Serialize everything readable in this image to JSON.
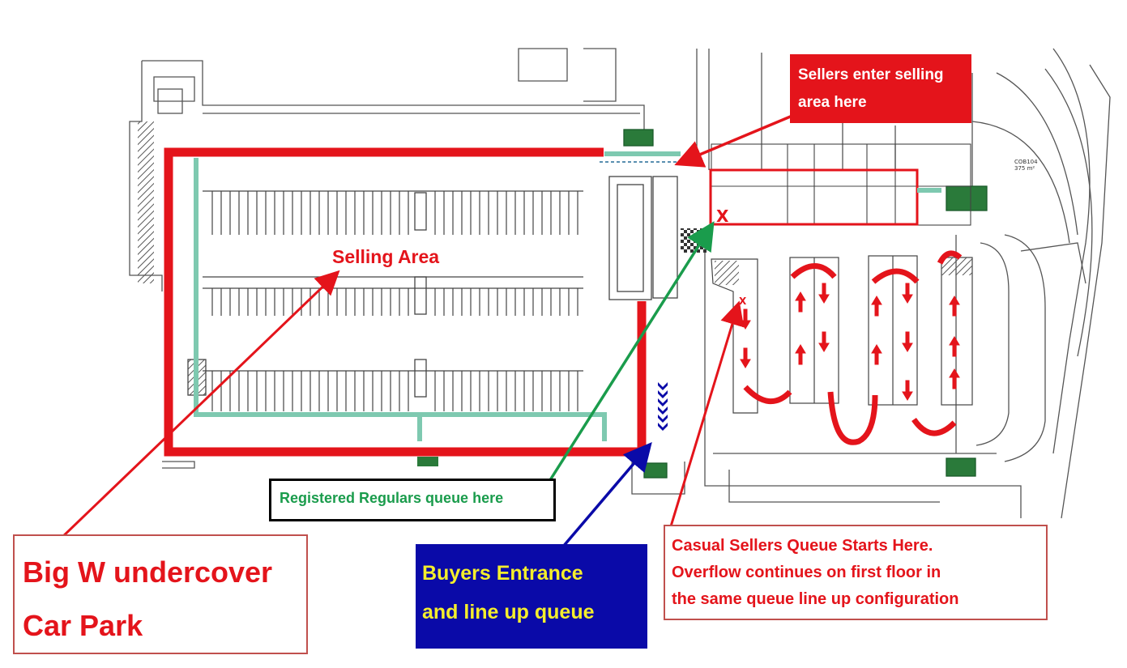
{
  "labels": {
    "selling_area": "Selling Area",
    "sellers_enter": [
      "Sellers enter selling",
      "area here"
    ],
    "registered_regulars": "Registered Regulars queue here",
    "big_w": [
      "Big W undercover",
      "Car Park"
    ],
    "buyers_entrance": [
      "Buyers Entrance",
      "and line up queue"
    ],
    "casual_sellers": [
      "Casual Sellers Queue Starts Here.",
      "Overflow continues on first floor in",
      "the same queue line up configuration"
    ],
    "plan_code": "COB104",
    "plan_area": "375 m²",
    "x_mark": "X"
  },
  "colors": {
    "red": "#e4141b",
    "green": "#1a9c4c",
    "teal": "#7ec9b0",
    "navy": "#0a0aa8",
    "yellow": "#f4ee2c",
    "label_border": "#c0504d",
    "line": "#555555"
  }
}
